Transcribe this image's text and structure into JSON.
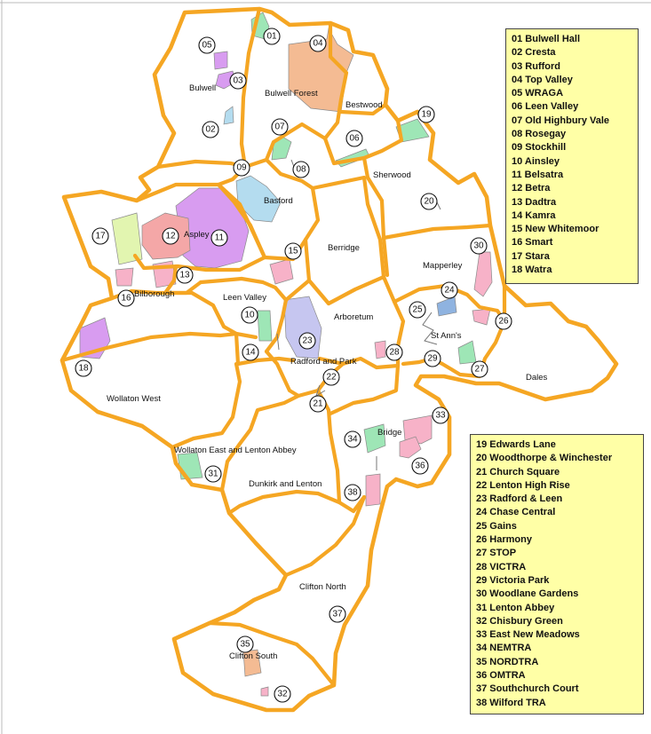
{
  "legend_a": [
    "01 Bulwell Hall",
    "02 Cresta",
    "03 Rufford",
    "04 Top Valley",
    "05 WRAGA",
    "06 Leen Valley",
    "07 Old Highbury Vale",
    "08 Rosegay",
    "09 Stockhill",
    "10 Ainsley",
    "11 Belsatra",
    "12 Betra",
    "13 Dadtra",
    "14 Kamra",
    "15 New Whitemoor",
    "16 Smart",
    "17 Stara",
    "18 Watra"
  ],
  "legend_b": [
    "19 Edwards Lane",
    "20 Woodthorpe & Winchester",
    "21 Church Square",
    "22 Lenton High Rise",
    "23 Radford & Leen",
    "24 Chase Central",
    "25 Gains",
    "26 Harmony",
    "27 STOP",
    "28 VICTRA",
    "29 Victoria Park",
    "30 Woodlane Gardens",
    "31 Lenton Abbey",
    "32 Chisbury Green",
    "33 East New Meadows",
    "34 NEMTRA",
    "35 NORDTRA",
    "36 OMTRA",
    "37 Southchurch Court",
    "38 Wilford TRA"
  ],
  "wards": {
    "bulwell": "Bulwell",
    "bulwell_forest": "Bulwell Forest",
    "bestwood": "Bestwood",
    "sherwood": "Sherwood",
    "basford": "Basford",
    "aspley": "Aspley",
    "berridge": "Berridge",
    "mapperley": "Mapperley",
    "bilborough": "Bilborough",
    "leen_valley": "Leen Valley",
    "arboretum": "Arboretum",
    "st_anns": "St Ann's",
    "radford_and_park": "Radford and Park",
    "dales": "Dales",
    "wollaton_west": "Wollaton West",
    "bridge": "Bridge",
    "wollaton_east": "Wollaton East and Lenton Abbey",
    "dunkirk": "Dunkirk and Lenton",
    "clifton_north": "Clifton North",
    "clifton_south": "Clifton South"
  },
  "markers": {
    "m01": "01",
    "m02": "02",
    "m03": "03",
    "m04": "04",
    "m05": "05",
    "m06": "06",
    "m07": "07",
    "m08": "08",
    "m09": "09",
    "m10": "10",
    "m11": "11",
    "m12": "12",
    "m13": "13",
    "m14": "14",
    "m15": "15",
    "m16": "16",
    "m17": "17",
    "m18": "18",
    "m19": "19",
    "m20": "20",
    "m21": "21",
    "m22": "22",
    "m23": "23",
    "m24": "24",
    "m25": "25",
    "m26": "26",
    "m27": "27",
    "m28": "28",
    "m29": "29",
    "m30": "30",
    "m31": "31",
    "m32": "32",
    "m33": "33",
    "m34": "34",
    "m35": "35",
    "m36": "36",
    "m37": "37",
    "m38": "38"
  },
  "colors": {
    "boundary": "#f5a623",
    "legend_bg": "#ffffa6",
    "area_pink": "#f7b2c8",
    "area_green": "#9ee6b6",
    "area_purple": "#d89cf0",
    "area_blue": "#b4dcef",
    "area_peach": "#f4bb93",
    "area_lime": "#e2f5b0"
  }
}
